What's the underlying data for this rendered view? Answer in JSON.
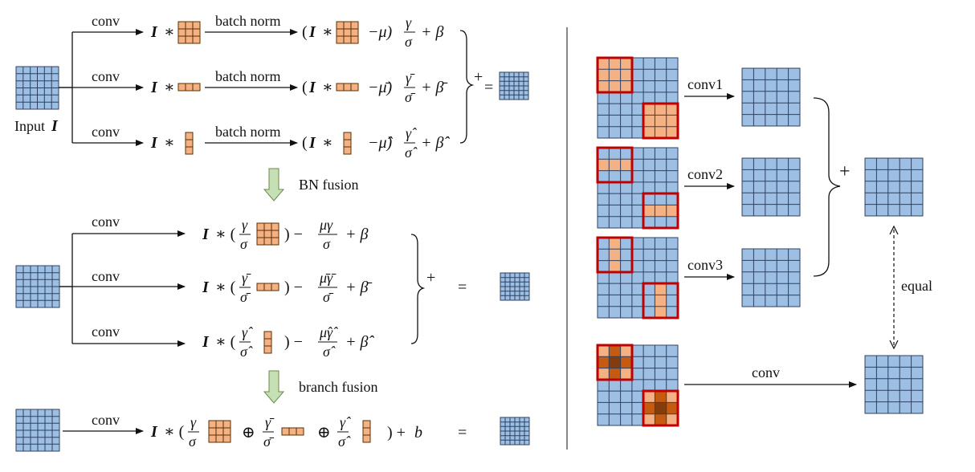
{
  "colors": {
    "input_blue": "#9dbfe3",
    "kernel_orange": "#f4b183",
    "highlight_red": "#c00000",
    "dark_center": "#843c0c",
    "mid_brown": "#c55a11",
    "arrow_green": "#c5e0b4"
  },
  "left": {
    "input_label": "Input",
    "input_symbol": "I",
    "conv": "conv",
    "batch_norm": "batch norm",
    "bn_fusion": "BN fusion",
    "branch_fusion": "branch fusion",
    "plus": "+",
    "equals": "=",
    "b": "b"
  },
  "right": {
    "conv1": "conv1",
    "conv2": "conv2",
    "conv3": "conv3",
    "plus": "+",
    "equal": "equal",
    "conv": "conv"
  }
}
